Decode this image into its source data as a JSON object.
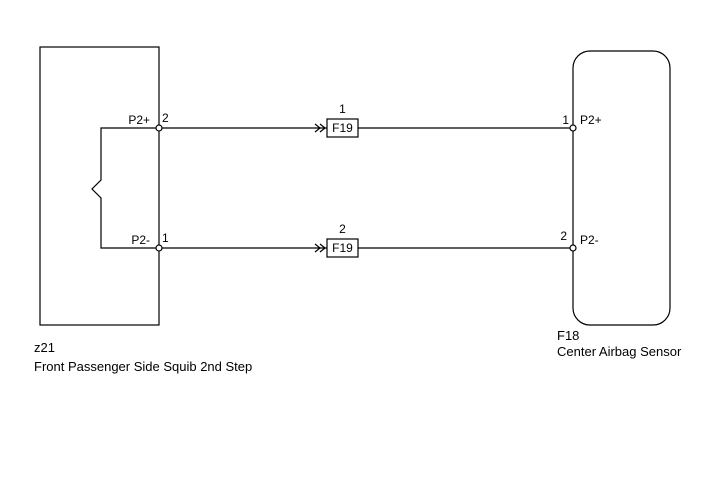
{
  "left_component": {
    "id": "z21",
    "name": "Front Passenger Side Squib 2nd Step",
    "pins": [
      {
        "label": "P2+",
        "number": "2"
      },
      {
        "label": "P2-",
        "number": "1"
      }
    ]
  },
  "right_component": {
    "id": "F18",
    "name": "Center Airbag Sensor",
    "pins": [
      {
        "label": "P2+",
        "number": "1"
      },
      {
        "label": "P2-",
        "number": "2"
      }
    ]
  },
  "connectors": [
    {
      "name": "F19",
      "pin": "1"
    },
    {
      "name": "F19",
      "pin": "2"
    }
  ],
  "colors": {
    "line": "#000000",
    "background": "#ffffff"
  }
}
